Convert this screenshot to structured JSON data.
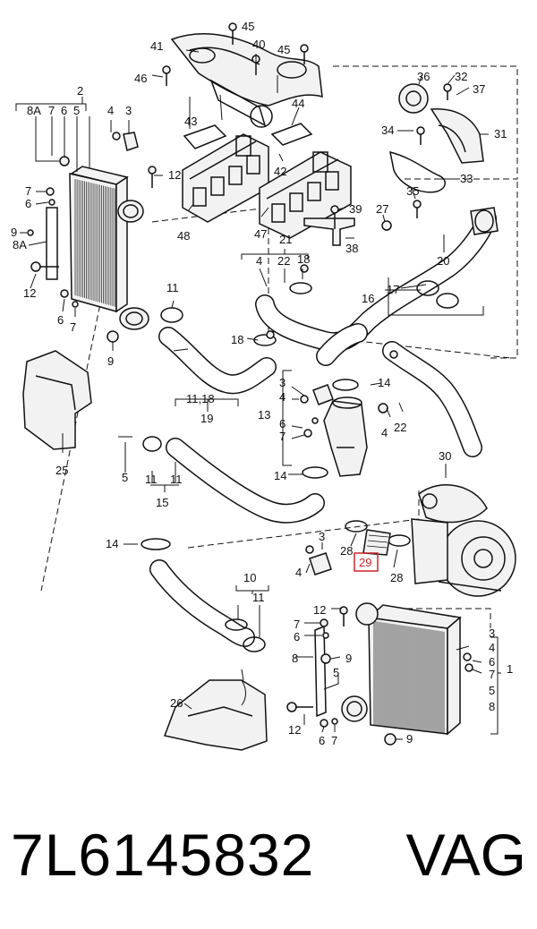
{
  "diagram": {
    "callouts": {
      "c1": "1",
      "c2": "2",
      "c3a": "3",
      "c3b": "3",
      "c3c": "3",
      "c3d": "3",
      "c4a": "4",
      "c4b": "4",
      "c4c": "4",
      "c4d": "4",
      "c4e": "4",
      "c4f": "4",
      "c5a": "5",
      "c5b": "5",
      "c5c": "5",
      "c5d": "5",
      "c6a": "6",
      "c6b": "6",
      "c6c": "6",
      "c6d": "6",
      "c6e": "6",
      "c6f": "6",
      "c6g": "6",
      "c7a": "7",
      "c7b": "7",
      "c7c": "7",
      "c7d": "7",
      "c7e": "7",
      "c7f": "7",
      "c7g": "7",
      "c8a": "8",
      "c8b": "8",
      "c8A1": "8A",
      "c8A2": "8A",
      "c9a": "9",
      "c9b": "9",
      "c9c": "9",
      "c9d": "9",
      "c10": "10",
      "c11a": "11",
      "c11b": "11",
      "c11c": "11",
      "c11d": "11",
      "c1118": "11,18",
      "c12a": "12",
      "c12b": "12",
      "c12c": "12",
      "c12d": "12",
      "c13": "13",
      "c14a": "14",
      "c14b": "14",
      "c14c": "14",
      "c15": "15",
      "c16": "16",
      "c17": "17",
      "c18a": "18",
      "c18b": "18",
      "c19": "19",
      "c20": "20",
      "c21": "21",
      "c22a": "22",
      "c22b": "22",
      "c25": "25",
      "c26": "26",
      "c27": "27",
      "c28a": "28",
      "c28b": "28",
      "c29": "29",
      "c30": "30",
      "c31": "31",
      "c32": "32",
      "c33": "33",
      "c34": "34",
      "c35": "35",
      "c36": "36",
      "c37": "37",
      "c38": "38",
      "c39": "39",
      "c40": "40",
      "c41": "41",
      "c42": "42",
      "c43": "43",
      "c44": "44",
      "c45a": "45",
      "c45b": "45",
      "c46": "46",
      "c47": "47",
      "c48": "48"
    },
    "highlight_color": "#c8262a"
  },
  "footer": {
    "part_number": "7L6145832",
    "manufacturer": "VAG"
  }
}
